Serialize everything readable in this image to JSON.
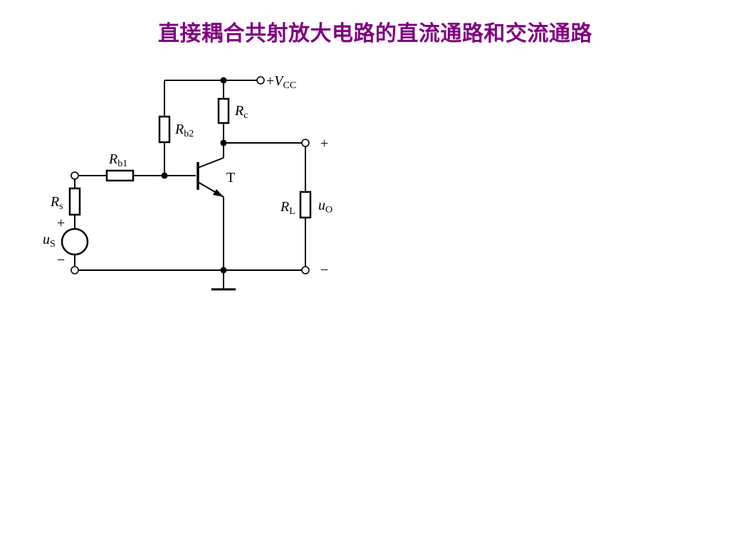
{
  "slide": {
    "title": "直接耦合共射放大电路的直流通路和交流通路",
    "title_color": "#800080"
  },
  "circuit": {
    "supply": {
      "prefix": "+",
      "symbol": "V",
      "sub": "CC"
    },
    "rc": {
      "symbol": "R",
      "sub": "c"
    },
    "rb2": {
      "symbol": "R",
      "sub": "b2"
    },
    "rb1": {
      "symbol": "R",
      "sub": "b1"
    },
    "rs": {
      "symbol": "R",
      "sub": "s"
    },
    "rl": {
      "symbol": "R",
      "sub": "L"
    },
    "transistor": {
      "label": "T"
    },
    "source": {
      "symbol": "u",
      "sub": "S",
      "plus": "+",
      "minus": "−"
    },
    "output": {
      "symbol": "u",
      "sub": "O",
      "plus": "+",
      "minus": "−"
    }
  }
}
